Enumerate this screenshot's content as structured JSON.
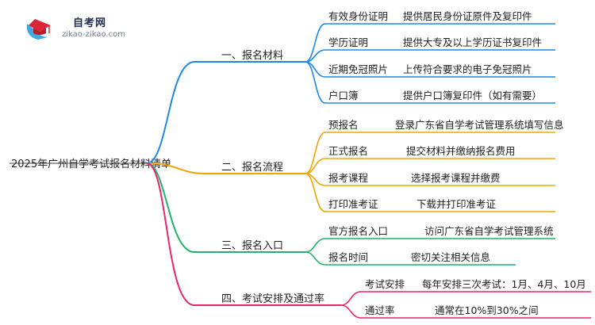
{
  "logo": {
    "title": "自考网",
    "url": "zikao-zikao.com",
    "icon": "graduation-cap-icon"
  },
  "root": "2025年广州自学考试报名材料清单",
  "branches": [
    {
      "label": "一、报名材料",
      "color": "#1e88e5",
      "items": [
        {
          "label": "有效身份证明",
          "detail": "提供居民身份证原件及复印件"
        },
        {
          "label": "学历证明",
          "detail": "提供大专及以上学历证书复印件"
        },
        {
          "label": "近期免冠照片",
          "detail": "上传符合要求的电子免冠照片"
        },
        {
          "label": "户口簿",
          "detail": "提供户口簿复印件（如有需要）"
        }
      ]
    },
    {
      "label": "二、报名流程",
      "color": "#f0a500",
      "items": [
        {
          "label": "预报名",
          "detail": "登录广东省自学考试管理系统填写信息"
        },
        {
          "label": "正式报名",
          "detail": "提交材料并缴纳报名费用"
        },
        {
          "label": "报考课程",
          "detail": "选择报考课程并缴费"
        },
        {
          "label": "打印准考证",
          "detail": "下载并打印准考证"
        }
      ]
    },
    {
      "label": "三、报名入口",
      "color": "#1fb36b",
      "items": [
        {
          "label": "官方报名入口",
          "detail": "访问广东省自学考试管理系统"
        },
        {
          "label": "报名时间",
          "detail": "密切关注相关信息"
        }
      ]
    },
    {
      "label": "四、考试安排及通过率",
      "color": "#e8256f",
      "items": [
        {
          "label": "考试安排",
          "detail": "每年安排三次考试：1月、4月、10月"
        },
        {
          "label": "通过率",
          "detail": "通常在10%到30%之间"
        }
      ]
    }
  ]
}
